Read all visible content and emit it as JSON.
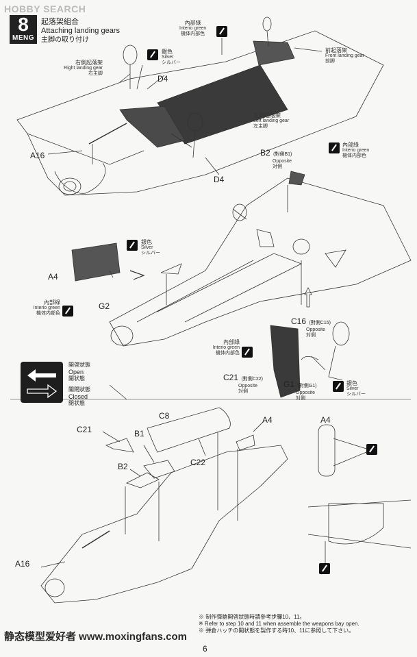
{
  "watermark_top": "HOBBY SEARCH",
  "watermark_bottom": "静态模型爱好者 www.moxingfans.com",
  "page_number": "6",
  "step": {
    "number": "8",
    "brand": "MENG",
    "title_cn": "起落架組合",
    "title_en": "Attaching landing gears",
    "title_jp": "主脚の取り付け"
  },
  "callouts": {
    "interior_top": {
      "cn": "內部綠",
      "en": "Interio green",
      "jp": "機体内部色"
    },
    "front_gear": {
      "cn": "前起落架",
      "en": "Front landing gear",
      "jp": "前脚"
    },
    "right_gear": {
      "cn": "右側起落架",
      "en": "Right landing gear",
      "jp": "右主脚"
    },
    "silver_top": {
      "cn": "銀色",
      "en": "Silver",
      "jp": "シルバー"
    },
    "left_gear": {
      "cn": "左側起落架",
      "en": "Left landing gear",
      "jp": "左主脚"
    },
    "interior_b2": {
      "cn": "內部綠",
      "en": "Interio green",
      "jp": "機体内部色"
    },
    "silver_g2": {
      "cn": "銀色",
      "en": "Silver",
      "jp": "シルバー"
    },
    "interior_a4": {
      "cn": "內部綠",
      "en": "Interio green",
      "jp": "機体内部色"
    },
    "interior_c21": {
      "cn": "內部綠",
      "en": "Interio green",
      "jp": "機体内部色"
    },
    "silver_bottom": {
      "cn": "銀色",
      "en": "Silver",
      "jp": "シルバー"
    }
  },
  "parts": {
    "d4_top": "D4",
    "a16_top": "A16",
    "d4_mid": "D4",
    "b2_top": "B2",
    "b2_top_note": "(對側B1)",
    "b2_top_opp": "Opposite",
    "b2_top_opp_jp": "対側",
    "a4_mid": "A4",
    "g2": "G2",
    "c16": "C16",
    "c16_note": "(對側C15)",
    "c16_opp": "Opposite",
    "c16_opp_jp": "対側",
    "c21_mid": "C21",
    "c21_note": "(對側C22)",
    "c21_opp": "Opposite",
    "c21_opp_jp": "対側",
    "g1": "G1",
    "g1_note": "(對側G1)",
    "g1_opp": "Opposite",
    "g1_opp_jp": "対側",
    "c8": "C8",
    "c21_bottom": "C21",
    "a4_bottom": "A4",
    "a4_detail": "A4",
    "b1": "B1",
    "b2_bottom": "B2",
    "c22": "C22",
    "a16_bottom": "A16"
  },
  "legend": {
    "open_cn": "開啓狀態",
    "open_en": "Open",
    "open_jp": "開状態",
    "closed_cn": "關閉狀態",
    "closed_en": "Closed",
    "closed_jp": "閉状態"
  },
  "notes": {
    "cn": "※ 制作彈艙開啓狀態時請參考步驟10、11。",
    "en": "※ Refer to step 10 and 11 when assemble the weapons bay open.",
    "jp": "※ 弾倉ハッチの開状態を製作する時10、11に参照して下さい。"
  },
  "colors": {
    "ink": "#222222",
    "paper": "#f7f7f5",
    "dark_part": "#3a3a3a"
  }
}
